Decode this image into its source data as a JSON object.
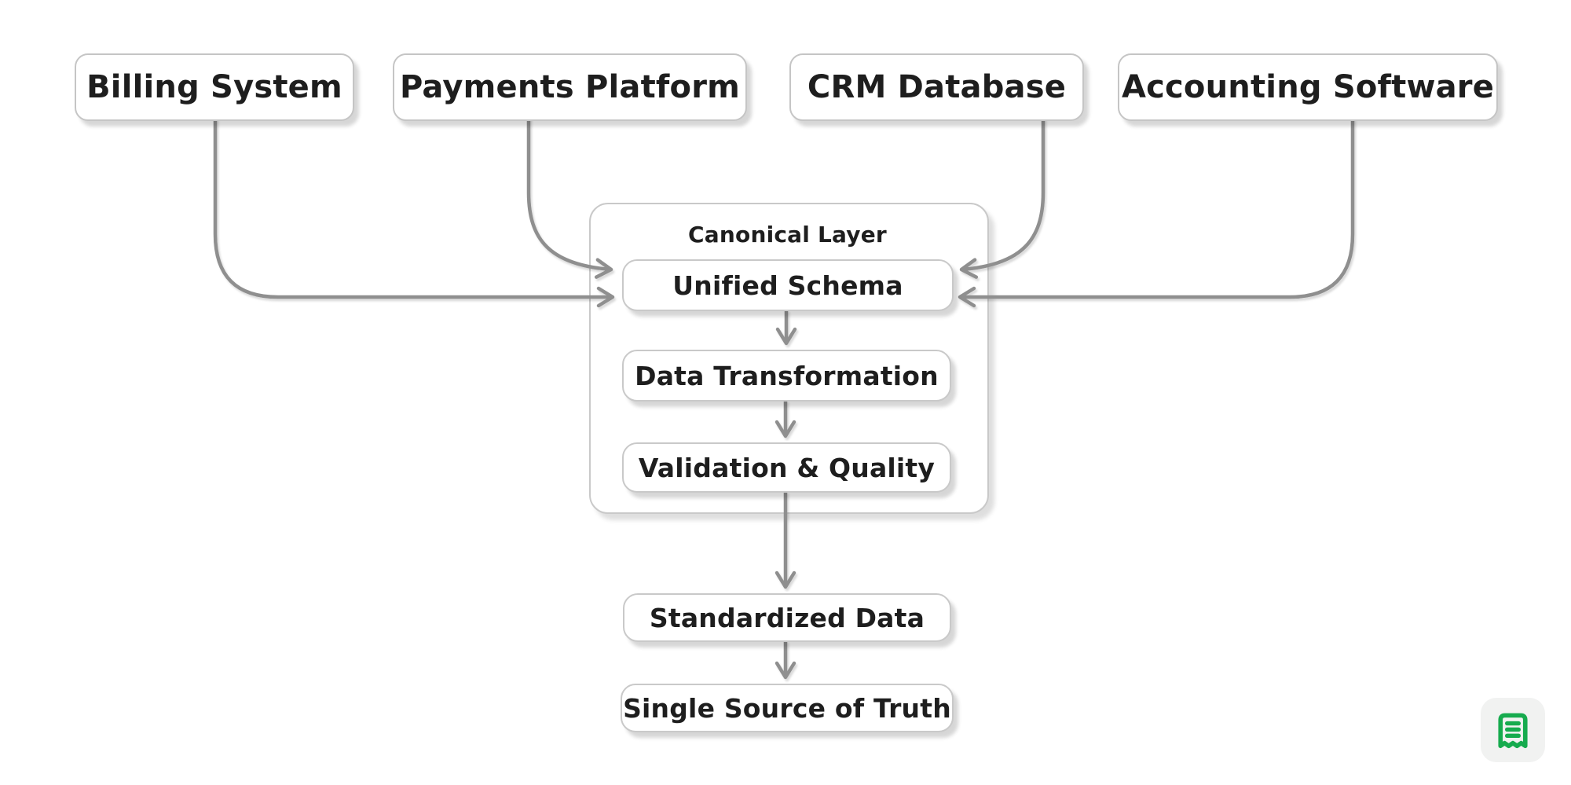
{
  "diagram": {
    "sources": [
      {
        "label": "Billing System"
      },
      {
        "label": "Payments Platform"
      },
      {
        "label": "CRM Database"
      },
      {
        "label": "Accounting Software"
      }
    ],
    "canonical": {
      "title": "Canonical Layer",
      "steps": [
        {
          "label": "Unified Schema"
        },
        {
          "label": "Data Transformation"
        },
        {
          "label": "Validation & Quality"
        }
      ]
    },
    "outputs": [
      {
        "label": "Standardized Data"
      },
      {
        "label": "Single Source of Truth"
      }
    ],
    "colors": {
      "connector": "#8f8f8f",
      "node_border": "#c7c7c7",
      "text": "#1e1e1e",
      "accent_green": "#16ab4e",
      "badge_background": "#f1f2f1"
    }
  },
  "badge": {
    "icon": "receipt-icon"
  }
}
